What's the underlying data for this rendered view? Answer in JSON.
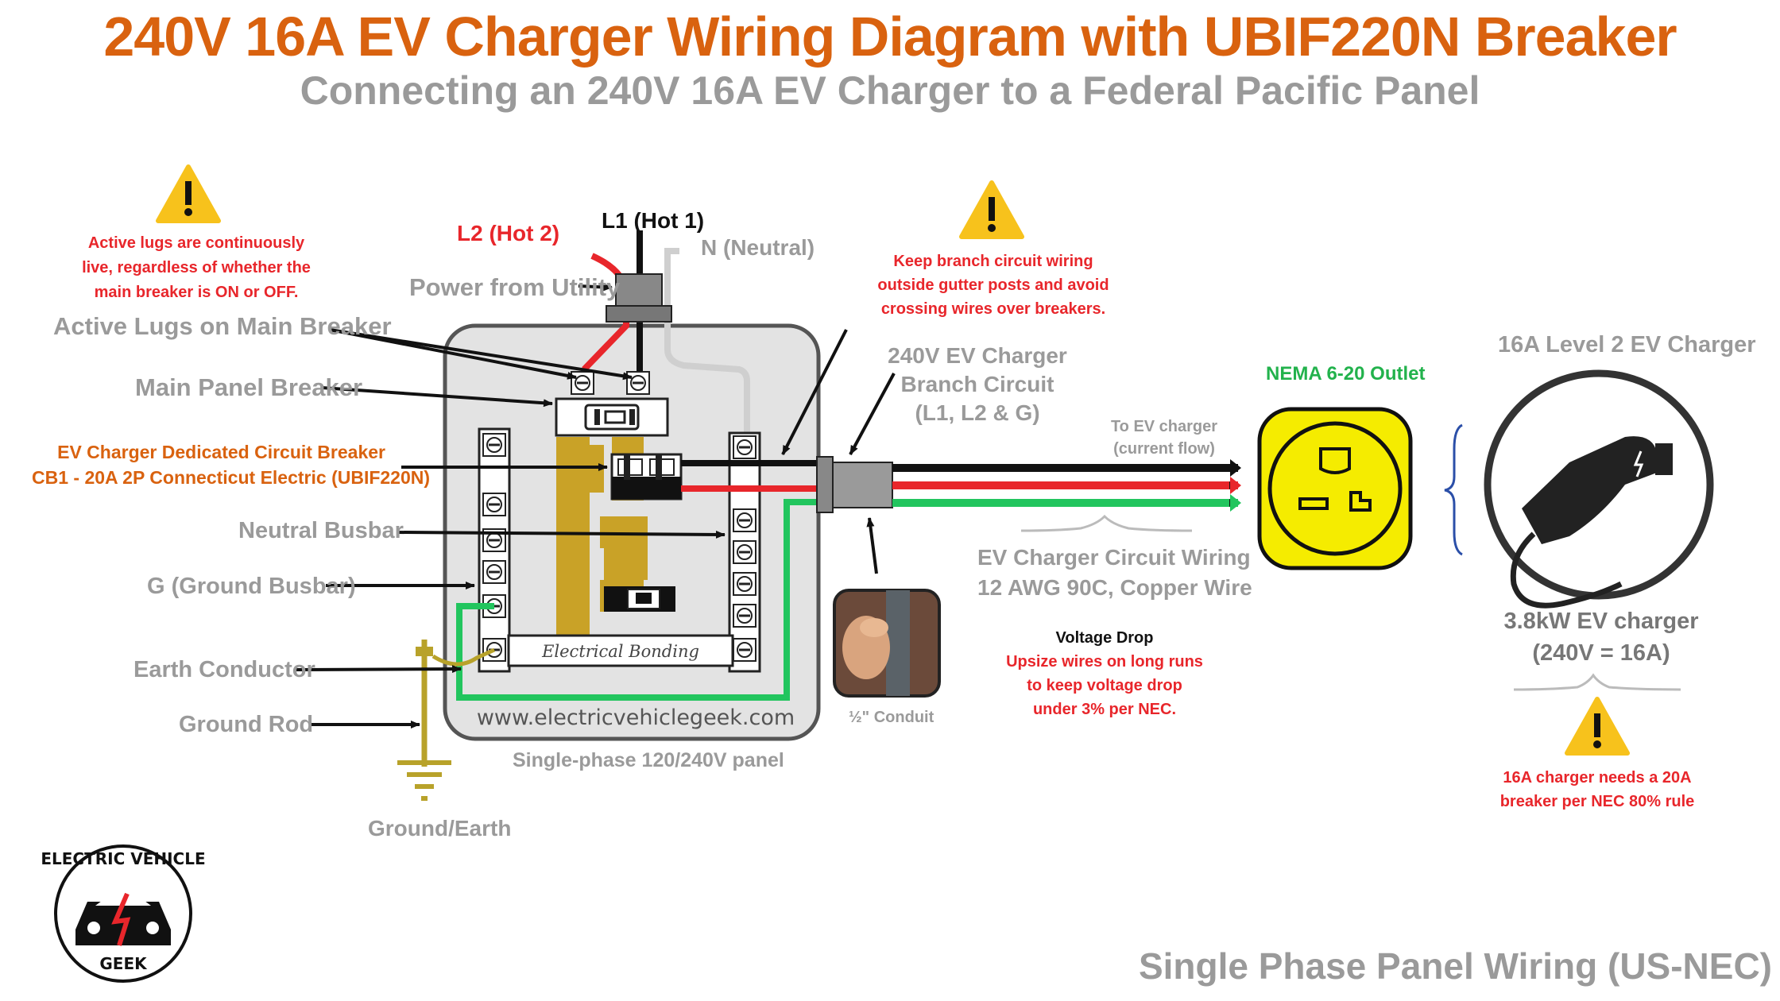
{
  "title": "240V 16A EV Charger Wiring Diagram with UBIF220N Breaker",
  "subtitle": "Connecting an 240V 16A EV Charger to a Federal Pacific Panel",
  "warnings": {
    "active_lugs": [
      "Active lugs are continuously",
      "live, regardless of whether the",
      "main breaker is ON or OFF."
    ],
    "branch_wiring": [
      "Keep branch circuit wiring",
      "outside gutter posts and avoid",
      "crossing wires over breakers."
    ],
    "breaker_rule": [
      "16A charger needs a 20A",
      "breaker per NEC 80% rule"
    ]
  },
  "labels": {
    "l2": "L2 (Hot 2)",
    "l1": "L1 (Hot 1)",
    "neutral": "N (Neutral)",
    "power_from_utility": "Power from Utility",
    "active_lugs_main": "Active Lugs on Main Breaker",
    "main_panel_breaker": "Main Panel Breaker",
    "ev_breaker_line1": "EV Charger Dedicated Circuit Breaker",
    "ev_breaker_line2": "CB1 - 20A 2P Connecticut Electric (UBIF220N)",
    "neutral_busbar": "Neutral Busbar",
    "ground_busbar": "G (Ground Busbar)",
    "earth_conductor": "Earth Conductor",
    "ground_rod": "Ground Rod",
    "ground_earth": "Ground/Earth",
    "electrical_bonding": "Electrical Bonding",
    "website": "www.electricvehiclegeek.com",
    "panel_type": "Single-phase 120/240V panel",
    "branch_circuit": [
      "240V EV Charger",
      "Branch Circuit",
      "(L1, L2 & G)"
    ],
    "to_ev_charger": [
      "To EV charger",
      "(current flow)"
    ],
    "conduit": "½\" Conduit",
    "circuit_wiring": [
      "EV Charger Circuit Wiring",
      "12 AWG 90C, Copper Wire"
    ],
    "voltage_drop_title": "Voltage Drop",
    "voltage_drop_text": [
      "Upsize wires on long runs",
      "to keep voltage drop",
      "under 3% per NEC."
    ],
    "nema_outlet": "NEMA 6-20 Outlet",
    "charger_title": "16A Level 2 EV Charger",
    "charger_rating": [
      "3.8kW EV charger",
      "(240V = 16A)"
    ],
    "footer": "Single Phase Panel Wiring (US-NEC)"
  },
  "logo": {
    "top_text": "ELECTRIC VEHICLE",
    "bottom_text": "GEEK"
  },
  "colors": {
    "title": "#d9620f",
    "grey_text": "#9a9a9a",
    "warning_text": "#e8262b",
    "hot1_wire": "#111111",
    "hot2_wire": "#e8262b",
    "ground_wire": "#22c55e",
    "outlet_yellow": "#f5ec00",
    "nema_label": "#22b24c",
    "busbar_gold": "#c9a227"
  }
}
